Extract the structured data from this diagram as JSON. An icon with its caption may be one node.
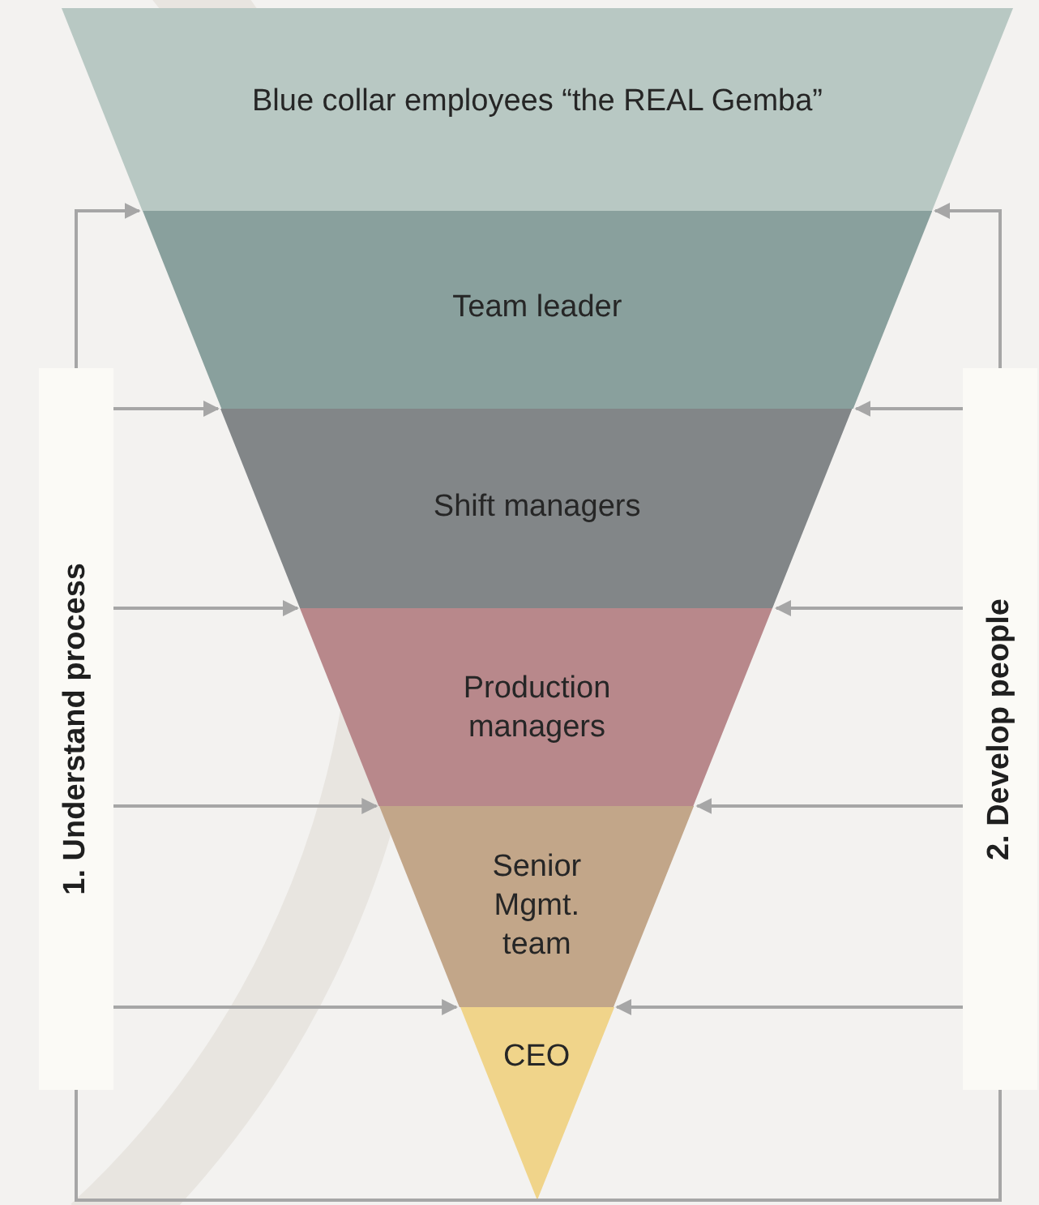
{
  "diagram": {
    "nodes": [
      {
        "text": [
          "Blue collar employees “the REAL Gemba”"
        ]
      },
      {
        "text": [
          "Team leader"
        ]
      },
      {
        "text": [
          "Shift managers"
        ]
      },
      {
        "text": [
          "Production managers"
        ]
      },
      {
        "text": [
          "Senior Mgmt. team"
        ]
      },
      {
        "text": [
          "CEO"
        ]
      },
      {
        "text": [
          "1. Understand process"
        ]
      },
      {
        "text": [
          "2. Develop people"
        ]
      }
    ],
    "edges": [
      {
        "from": 6,
        "to": 1,
        "arrow": "to"
      },
      {
        "from": 6,
        "to": 2,
        "arrow": "to"
      },
      {
        "from": 6,
        "to": 3,
        "arrow": "to"
      },
      {
        "from": 6,
        "to": 4,
        "arrow": "to"
      },
      {
        "from": 6,
        "to": 5,
        "arrow": "to"
      },
      {
        "from": 7,
        "to": 1,
        "arrow": "to"
      },
      {
        "from": 7,
        "to": 2,
        "arrow": "to"
      },
      {
        "from": 7,
        "to": 3,
        "arrow": "to"
      },
      {
        "from": 7,
        "to": 4,
        "arrow": "to"
      },
      {
        "from": 7,
        "to": 5,
        "arrow": "to"
      },
      {
        "from": 6,
        "to": 7,
        "arrow": "none"
      }
    ]
  }
}
